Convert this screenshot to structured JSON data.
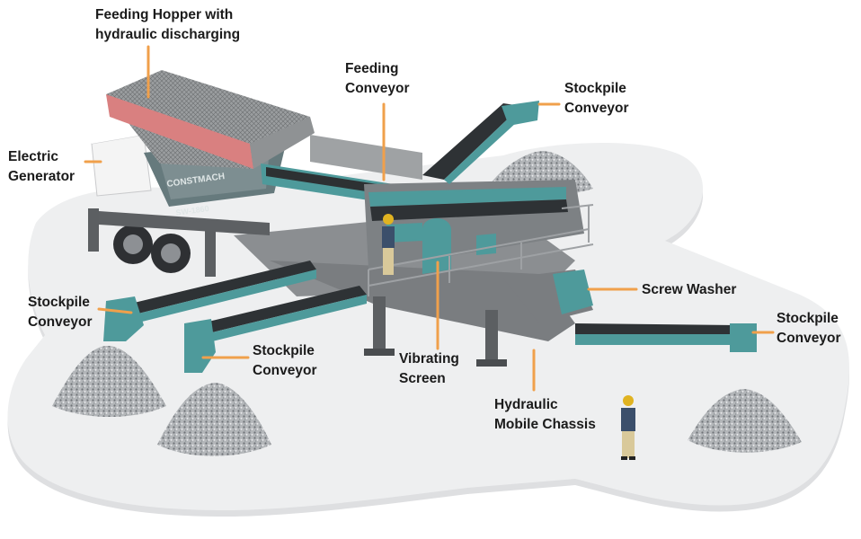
{
  "diagram": {
    "labels": {
      "feeding_hopper": [
        "Feeding Hopper with",
        "hydraulic discharging"
      ],
      "electric_generator": [
        "Electric",
        "Generator"
      ],
      "feeding_conveyor": [
        "Feeding",
        "Conveyor"
      ],
      "stockpile_conveyor_top": [
        "Stockpile",
        "Conveyor"
      ],
      "screw_washer": [
        "Screw Washer"
      ],
      "stockpile_conveyor_right": [
        "Stockpile",
        "Conveyor"
      ],
      "stockpile_conveyor_left": [
        "Stockpile",
        "Conveyor"
      ],
      "stockpile_conveyor_middle": [
        "Stockpile",
        "Conveyor"
      ],
      "vibrating_screen": [
        "Vibrating",
        "Screen"
      ],
      "hydraulic_mobile_chassis": [
        "Hydraulic",
        "Mobile Chassis"
      ]
    },
    "machine_markings": {
      "brand": "CONSTMACH",
      "model": "SW-1860"
    },
    "colors": {
      "leader_line": "#f0a04b",
      "machine_teal": "#4e9a9b",
      "frame_grey": "#6f7275",
      "hopper_red": "#d98080",
      "platform": "#e4e5e7",
      "gravel": "#a4a7aa"
    }
  }
}
